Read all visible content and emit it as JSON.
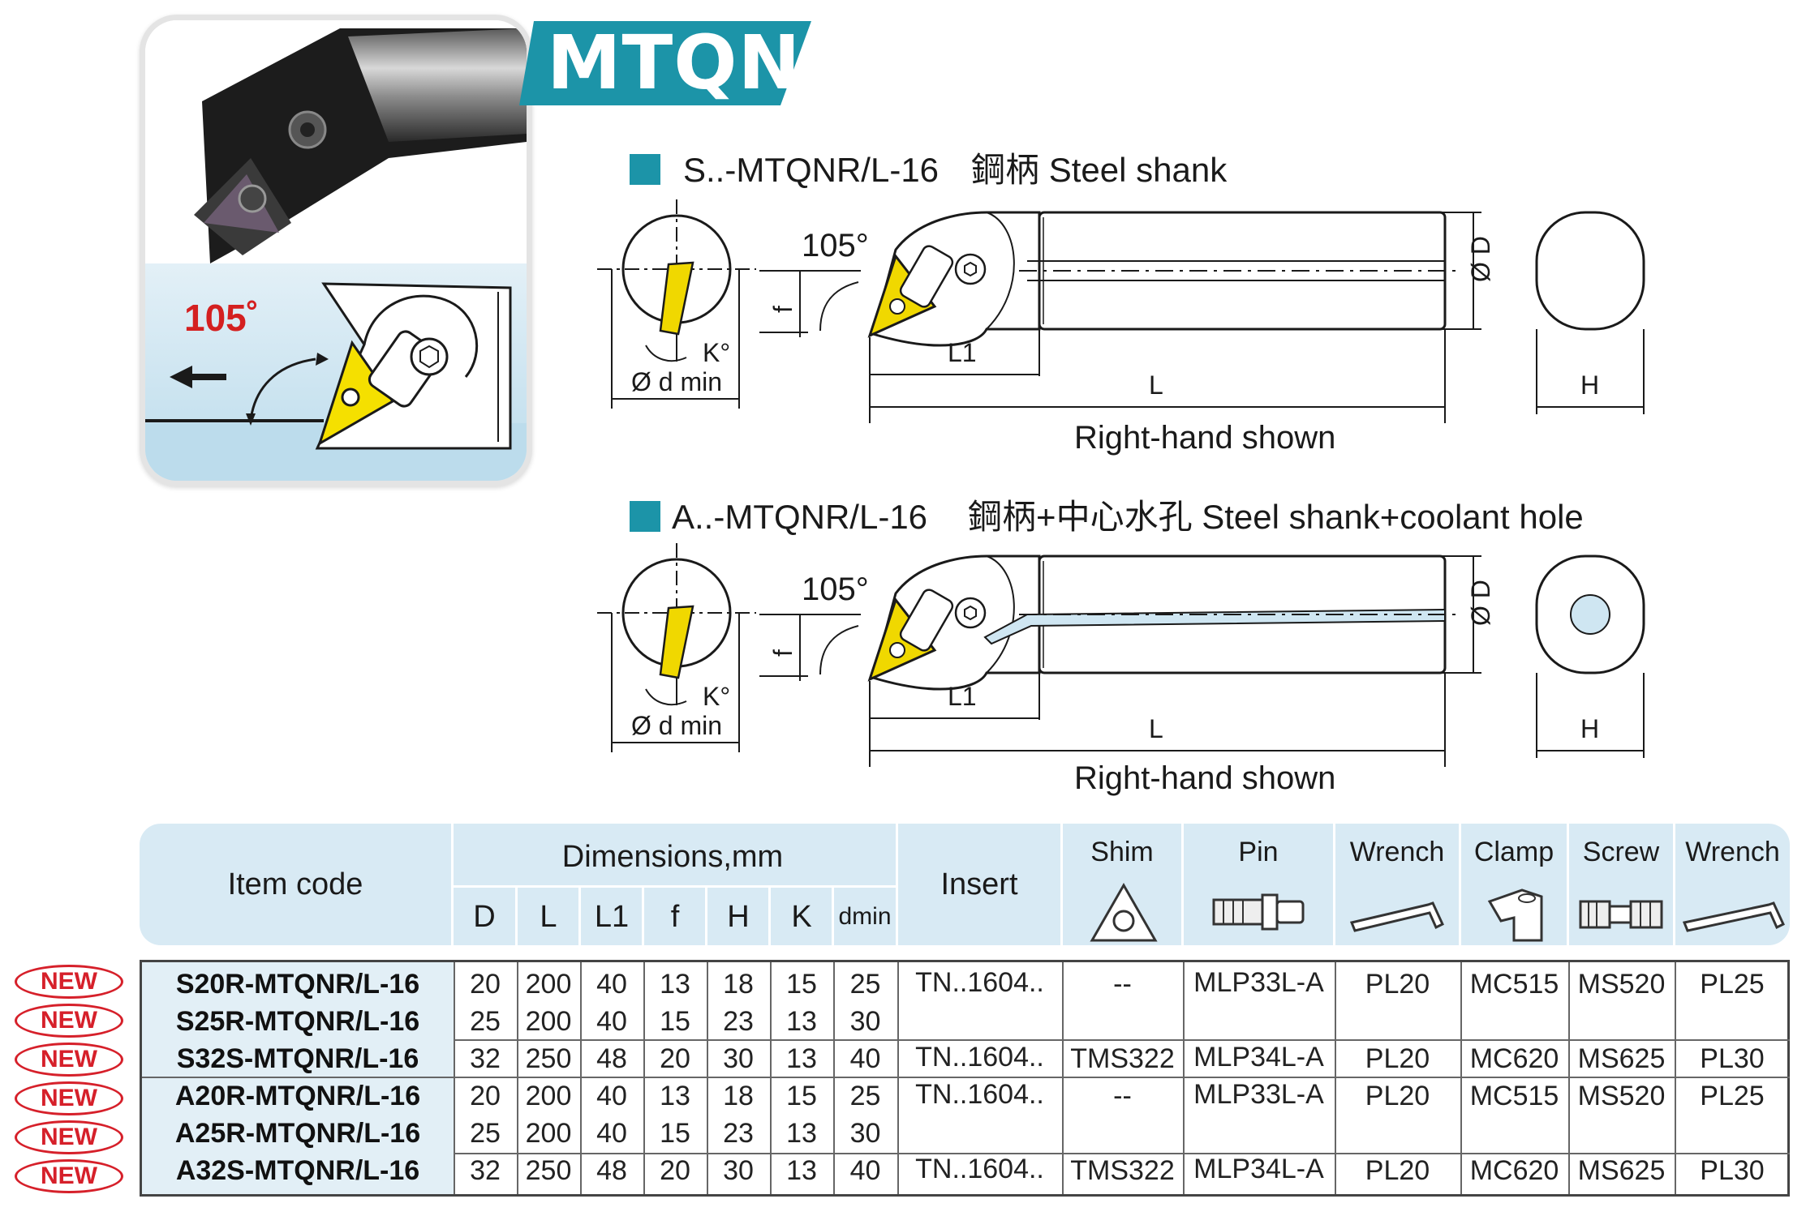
{
  "title": "MTQN",
  "hero": {
    "angle_label": "105˚"
  },
  "sections": [
    {
      "code": "S..-MTQNR/L-16",
      "description": "鋼柄 Steel shank",
      "caption": "Right-hand shown"
    },
    {
      "code": "A..-MTQNR/L-16",
      "description": "鋼柄+中心水孔 Steel shank+coolant hole",
      "caption": "Right-hand shown"
    }
  ],
  "drawing_labels": {
    "angle": "105°",
    "f": "f",
    "kappa": "K°",
    "dmin": "Ø d min",
    "L1": "L1",
    "L": "L",
    "D": "Ø D",
    "H": "H"
  },
  "table": {
    "headers": {
      "item_code": "Item code",
      "dimensions": "Dimensions,mm",
      "dims": [
        "D",
        "L",
        "L1",
        "f",
        "H",
        "K",
        "dmin"
      ],
      "insert": "Insert",
      "shim": "Shim",
      "pin": "Pin",
      "wrench1": "Wrench",
      "clamp": "Clamp",
      "screw": "Screw",
      "wrench2": "Wrench"
    },
    "badge": "NEW",
    "rows": [
      {
        "code": "S20R-MTQNR/L-16",
        "dims": [
          "20",
          "200",
          "40",
          "13",
          "18",
          "15",
          "25"
        ]
      },
      {
        "code": "S25R-MTQNR/L-16",
        "dims": [
          "25",
          "200",
          "40",
          "15",
          "23",
          "13",
          "30"
        ]
      },
      {
        "code": "S32S-MTQNR/L-16",
        "dims": [
          "32",
          "250",
          "48",
          "20",
          "30",
          "13",
          "40"
        ]
      },
      {
        "code": "A20R-MTQNR/L-16",
        "dims": [
          "20",
          "200",
          "40",
          "13",
          "18",
          "15",
          "25"
        ]
      },
      {
        "code": "A25R-MTQNR/L-16",
        "dims": [
          "25",
          "200",
          "40",
          "15",
          "23",
          "13",
          "30"
        ]
      },
      {
        "code": "A32S-MTQNR/L-16",
        "dims": [
          "32",
          "250",
          "48",
          "20",
          "30",
          "13",
          "40"
        ]
      }
    ],
    "accessory_groups": [
      {
        "insert": "TN..1604..",
        "shim": "--",
        "pin": "MLP33L-A",
        "wrench1": "PL20",
        "clamp": "MC515",
        "screw": "MS520",
        "wrench2": "PL25"
      },
      {
        "insert": "TN..1604..",
        "shim": "TMS322",
        "pin": "MLP34L-A",
        "wrench1": "PL20",
        "clamp": "MC620",
        "screw": "MS625",
        "wrench2": "PL30"
      },
      {
        "insert": "TN..1604..",
        "shim": "--",
        "pin": "MLP33L-A",
        "wrench1": "PL20",
        "clamp": "MC515",
        "screw": "MS520",
        "wrench2": "PL25"
      },
      {
        "insert": "TN..1604..",
        "shim": "TMS322",
        "pin": "MLP34L-A",
        "wrench1": "PL20",
        "clamp": "MC620",
        "screw": "MS625",
        "wrench2": "PL30"
      }
    ]
  }
}
